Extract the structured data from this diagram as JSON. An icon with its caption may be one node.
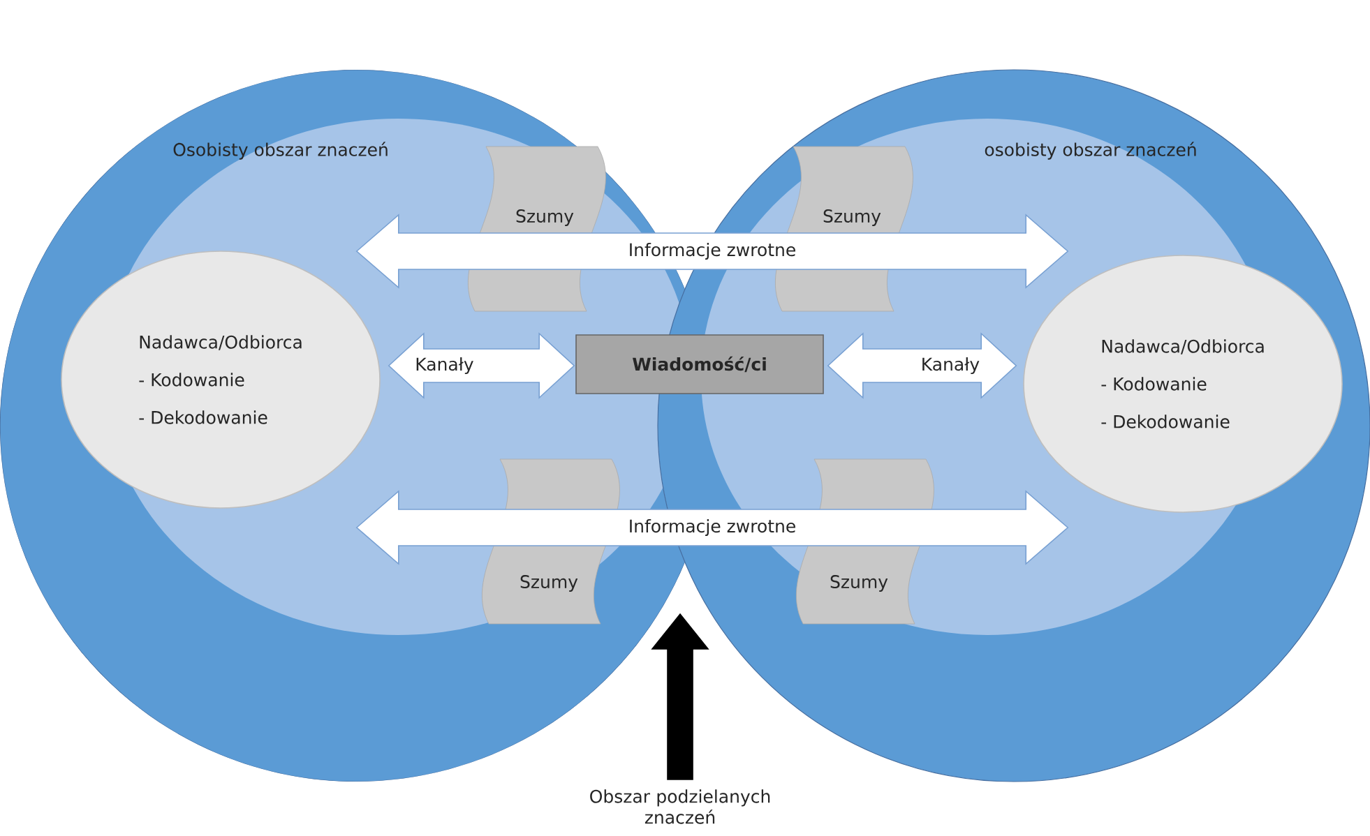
{
  "diagram": {
    "nodes": [
      {
        "text": [
          "Osobisty obszar znaczeń"
        ]
      },
      {
        "text": [
          "osobisty obszar znaczeń"
        ]
      },
      {
        "text": [
          "Szumy"
        ],
        "in": 0
      },
      {
        "text": [
          "Szumy"
        ],
        "in": 1
      },
      {
        "text": [
          "Nadawca/Odbiorca",
          "- Kodowanie",
          "- Dekodowanie"
        ],
        "in": 0
      },
      {
        "text": [
          "Wiadomość/ci"
        ]
      },
      {
        "text": [
          "Nadawca/Odbiorca",
          "- Kodowanie",
          "- Dekodowanie"
        ],
        "in": 1
      },
      {
        "text": [
          "Szumy"
        ],
        "in": 0
      },
      {
        "text": [
          "Szumy"
        ],
        "in": 1
      },
      {
        "text": [
          "Obszar podzielanych znaczeń"
        ]
      }
    ],
    "edges": [
      {
        "from": 4,
        "to": 6,
        "arrow": "both",
        "label": "Informacje zwrotne"
      },
      {
        "from": 4,
        "to": 5,
        "arrow": "both",
        "label": "Kanały"
      },
      {
        "from": 5,
        "to": 6,
        "arrow": "both",
        "label": "Kanały"
      },
      {
        "from": 4,
        "to": 6,
        "arrow": "both",
        "label": "Informacje zwrotne"
      },
      {
        "from": 9,
        "to": null,
        "arrow": "to",
        "color": "#000000"
      }
    ]
  }
}
